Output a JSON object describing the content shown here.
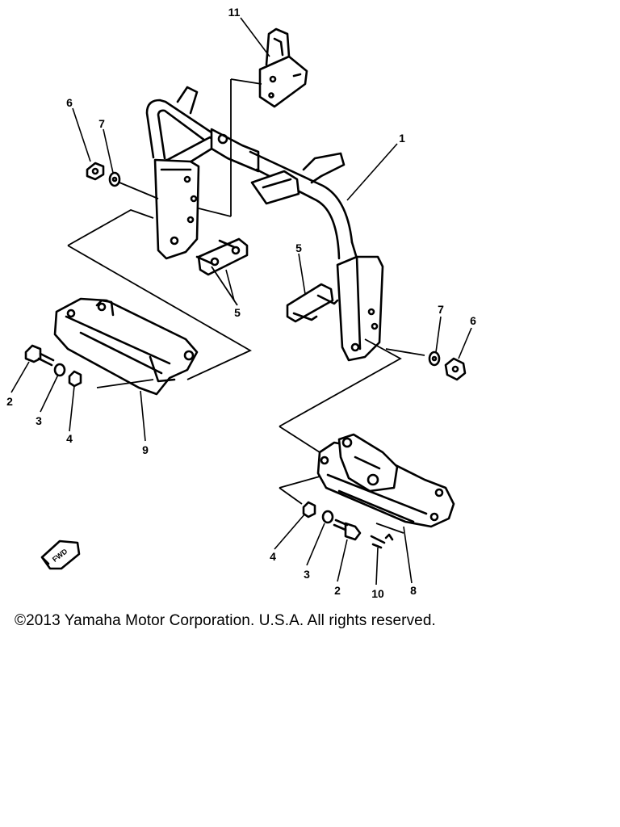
{
  "diagram": {
    "callouts": {
      "c1": "1",
      "c2a": "2",
      "c2b": "2",
      "c3a": "3",
      "c3b": "3",
      "c4a": "4",
      "c4b": "4",
      "c5a": "5",
      "c5b": "5",
      "c6a": "6",
      "c6b": "6",
      "c7a": "7",
      "c7b": "7",
      "c8": "8",
      "c9": "9",
      "c10": "10",
      "c11": "11"
    },
    "fwd_label": "FWD"
  },
  "copyright": "©2013 Yamaha Motor Corporation. U.S.A. All rights reserved."
}
